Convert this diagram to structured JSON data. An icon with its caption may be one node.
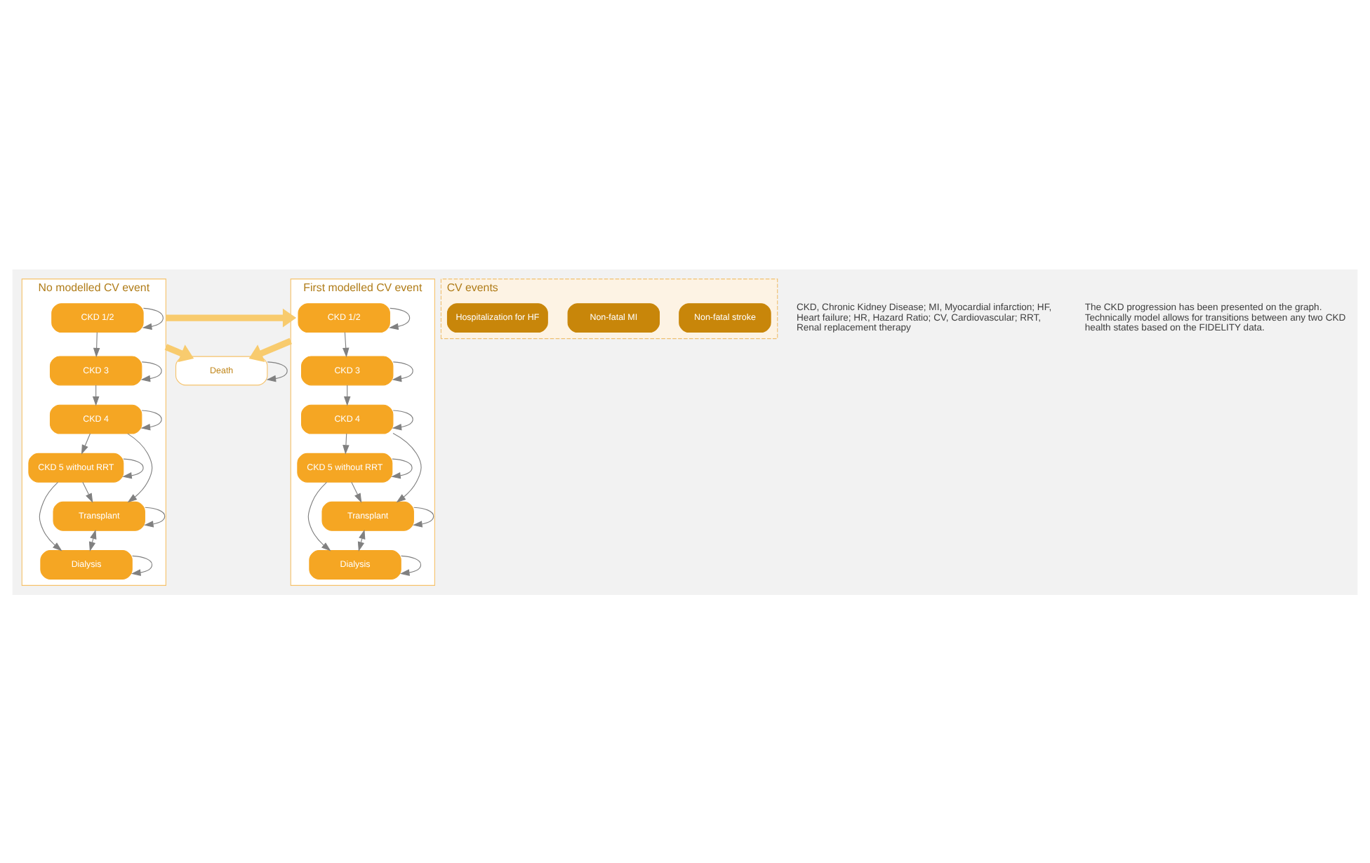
{
  "diagram": {
    "nodes": [
      {
        "text": [
          "No modelled CV event"
        ]
      },
      {
        "text": [
          "CKD 1/2"
        ],
        "in": 0
      },
      {
        "text": [
          "CKD 3"
        ],
        "in": 0
      },
      {
        "text": [
          "CKD 4"
        ],
        "in": 0
      },
      {
        "text": [
          "CKD 5 without RRT"
        ],
        "in": 0
      },
      {
        "text": [
          "Transplant"
        ],
        "in": 0
      },
      {
        "text": [
          "Dialysis"
        ],
        "in": 0
      },
      {
        "text": [
          "First modelled CV event"
        ]
      },
      {
        "text": [
          "CKD 1/2"
        ],
        "in": 7
      },
      {
        "text": [
          "CKD 3"
        ],
        "in": 7
      },
      {
        "text": [
          "CKD 4"
        ],
        "in": 7
      },
      {
        "text": [
          "CKD 5 without RRT"
        ],
        "in": 7
      },
      {
        "text": [
          "Transplant"
        ],
        "in": 7
      },
      {
        "text": [
          "Dialysis"
        ],
        "in": 7
      },
      {
        "text": [
          "Death"
        ]
      },
      {
        "text": [
          "CV events"
        ]
      },
      {
        "text": [
          "Non-fatal stroke"
        ],
        "in": 15
      },
      {
        "text": [
          "Non-fatal MI"
        ],
        "in": 15
      },
      {
        "text": [
          "Hospitalization for HF"
        ],
        "in": 15
      }
    ],
    "edges": [
      {
        "from": 1,
        "to": 1,
        "arrow": "to"
      },
      {
        "from": 1,
        "to": 2,
        "arrow": "to"
      },
      {
        "from": 2,
        "to": 2,
        "arrow": "to"
      },
      {
        "from": 2,
        "to": 3,
        "arrow": "to"
      },
      {
        "from": 3,
        "to": 3,
        "arrow": "to"
      },
      {
        "from": 3,
        "to": 4,
        "arrow": "to"
      },
      {
        "from": 4,
        "to": 4,
        "arrow": "to"
      },
      {
        "from": 3,
        "to": 5,
        "arrow": "to"
      },
      {
        "from": 4,
        "to": 5,
        "arrow": "to"
      },
      {
        "from": 4,
        "to": 6,
        "arrow": "to"
      },
      {
        "from": 5,
        "to": 5,
        "arrow": "to"
      },
      {
        "from": 6,
        "to": 6,
        "arrow": "to"
      },
      {
        "from": 5,
        "to": 6,
        "arrow": "both"
      },
      {
        "from": 8,
        "to": 8,
        "arrow": "to"
      },
      {
        "from": 8,
        "to": 9,
        "arrow": "to"
      },
      {
        "from": 9,
        "to": 9,
        "arrow": "to"
      },
      {
        "from": 9,
        "to": 10,
        "arrow": "to"
      },
      {
        "from": 10,
        "to": 10,
        "arrow": "to"
      },
      {
        "from": 10,
        "to": 11,
        "arrow": "to"
      },
      {
        "from": 11,
        "to": 11,
        "arrow": "to"
      },
      {
        "from": 10,
        "to": 12,
        "arrow": "to"
      },
      {
        "from": 11,
        "to": 12,
        "arrow": "to"
      },
      {
        "from": 11,
        "to": 13,
        "arrow": "to"
      },
      {
        "from": 12,
        "to": 12,
        "arrow": "to"
      },
      {
        "from": 13,
        "to": 13,
        "arrow": "to"
      },
      {
        "from": 12,
        "to": 13,
        "arrow": "both"
      },
      {
        "from": 0,
        "to": 7,
        "arrow": "to",
        "style": "thick",
        "color": "#f8cb6e"
      },
      {
        "from": 0,
        "to": 14,
        "arrow": "to",
        "style": "thick",
        "color": "#f8cb6e"
      },
      {
        "from": 7,
        "to": 14,
        "arrow": "to",
        "style": "thick",
        "color": "#f8cb6e"
      },
      {
        "from": 14,
        "to": 14,
        "arrow": "to"
      }
    ],
    "labels": [
      "CKD, Chronic Kidney Disease; MI, Myocardial infarction; HF, Heart failure; HR, Hazard Ratio; CV, Cardiovascular; RRT, Renal replacement therapy",
      "The CKD progression has been presented on the graph. Technically model allows for transitions between any two CKD health states based on the FIDELITY data."
    ]
  }
}
